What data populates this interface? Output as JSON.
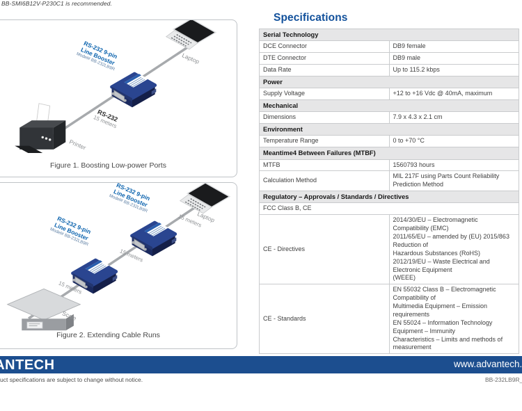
{
  "page": {
    "top_note": "BB-SMI6B12V-P230C1 is recommended.",
    "colors": {
      "brand_blue": "#1c4e8f",
      "title_blue": "#11509b",
      "booster_navy": "#2a4590",
      "table_section_gray": "#e6e6e7"
    }
  },
  "figures": {
    "figure1": {
      "caption": "Figure 1. Boosting Low-power Ports",
      "booster_label_line1": "RS-232 9-pin",
      "booster_label_line2": "Line Booster",
      "booster_label_line3": "Model# BB-232LB9R",
      "cable_label_line1": "RS-232",
      "cable_label_line2": "15 meters",
      "printer_label": "Printer",
      "laptop_label": "Laptop"
    },
    "figure2": {
      "caption": "Figure 2. Extending Cable Runs",
      "booster1_label_line1": "RS-232 9-pin",
      "booster1_label_line2": "Line Booster",
      "booster1_label_line3": "Model# BB-232LB9R",
      "booster2_label_line1": "RS-232 9-pin",
      "booster2_label_line2": "Line Booster",
      "booster2_label_line3": "Model# BB-232LB9R",
      "cable1_label": "15 meters",
      "cable2_label": "15 meters",
      "cable3_label": "15 meters",
      "scale_label": "Scale",
      "laptop_label": "Laptop"
    }
  },
  "specifications": {
    "title": "Specifications",
    "rows": [
      {
        "type": "section",
        "label": "Serial Technology"
      },
      {
        "type": "kv",
        "label": "DCE Connector",
        "value": "DB9 female"
      },
      {
        "type": "kv",
        "label": "DTE Connector",
        "value": "DB9 male"
      },
      {
        "type": "kv",
        "label": "Data Rate",
        "value": "Up to 115.2 kbps"
      },
      {
        "type": "section",
        "label": "Power"
      },
      {
        "type": "kv",
        "label": "Supply Voltage",
        "value": "+12 to +16 Vdc @ 40mA, maximum"
      },
      {
        "type": "section",
        "label": "Mechanical"
      },
      {
        "type": "kv",
        "label": "Dimensions",
        "value": "7.9 x 4.3 x 2.1 cm"
      },
      {
        "type": "section",
        "label": "Environment"
      },
      {
        "type": "kv",
        "label": "Temperature Range",
        "value": "0 to +70 °C"
      },
      {
        "type": "section",
        "label": "Meantime4 Between Failures (MTBF)"
      },
      {
        "type": "kv",
        "label": "MTFB",
        "value": "1560793 hours"
      },
      {
        "type": "kv",
        "label": "Calculation Method",
        "value": "MIL 217F using Parts Count Reliability Prediction Method"
      },
      {
        "type": "section",
        "label": "Regulatory – Approvals / Standards / Directives"
      },
      {
        "type": "full",
        "label": "FCC Class B, CE"
      },
      {
        "type": "kv",
        "label": "CE - Directives",
        "value": "2014/30/EU – Electromagnetic Compatibility (EMC)\n2011/65/EU – amended by (EU) 2015/863 Reduction of\nHazardous Substances (RoHS)\n2012/19/EU – Waste Electrical and Electronic Equipment\n(WEEE)"
      },
      {
        "type": "kv",
        "label": "CE - Standards",
        "value": "EN 55032 Class B – Electromagnetic Compatibility of\nMultimedia Equipment – Emission requirements\nEN 55024 – Information Technology Equipment – Immunity\nCharacteristics – Limits and methods of measurement"
      }
    ]
  },
  "footer": {
    "logo_text": "ADVANTECH",
    "website": "www.advantech.com",
    "disclaimer": "uct specifications are subject to change without notice.",
    "doc_code": "BB-232LB9R_"
  }
}
